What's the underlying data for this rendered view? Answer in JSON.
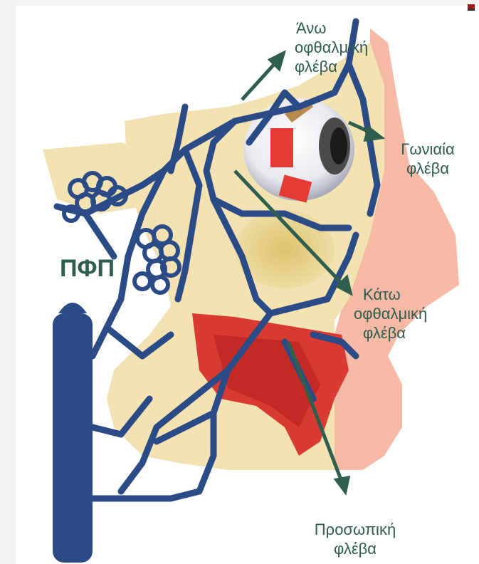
{
  "labels": {
    "superior_ophthalmic_l1": "Άνω",
    "superior_ophthalmic_l2": "οφθαλμική",
    "superior_ophthalmic_l3": "φλέβα",
    "angular_l1": "Γωνιαία",
    "angular_l2": "φλέβα",
    "inferior_ophthalmic_l1": "Κάτω",
    "inferior_ophthalmic_l2": "οφθαλμική",
    "inferior_ophthalmic_l3": "φλέβα",
    "facial_l1": "Προσωπική",
    "facial_l2": "φλέβα",
    "pterygoid_plexus_abbr": "ΠΦΠ"
  },
  "colors": {
    "vein_blue": "#2a4b86",
    "bone_yellow": "#f2e2b0",
    "muscle_red": "#d9302c",
    "skin_pink": "#f5b6a4",
    "arrow_green": "#2f5d4e"
  }
}
